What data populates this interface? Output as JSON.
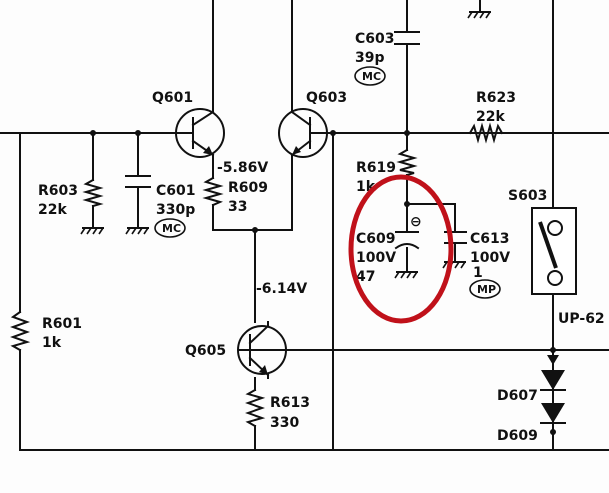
{
  "components": {
    "q601": {
      "ref": "Q601"
    },
    "q603": {
      "ref": "Q603"
    },
    "q605": {
      "ref": "Q605"
    },
    "c603": {
      "ref": "C603",
      "value": "39p",
      "badge": "MC"
    },
    "r623": {
      "ref": "R623",
      "value": "22k"
    },
    "r619": {
      "ref": "R619",
      "value": "1k"
    },
    "r603": {
      "ref": "R603",
      "value": "22k"
    },
    "c601": {
      "ref": "C601",
      "value": "330p",
      "badge": "MC"
    },
    "r609": {
      "ref": "R609",
      "value": "33"
    },
    "c609": {
      "ref": "C609",
      "voltage": "100V",
      "value": "47"
    },
    "c613": {
      "ref": "C613",
      "voltage": "100V",
      "value": "1",
      "badge": "MP"
    },
    "s603": {
      "ref": "S603"
    },
    "up62": {
      "ref": "UP-62"
    },
    "r601": {
      "ref": "R601",
      "value": "1k"
    },
    "r613": {
      "ref": "R613",
      "value": "330"
    },
    "d607": {
      "ref": "D607"
    },
    "d609": {
      "ref": "D609"
    }
  },
  "voltages": {
    "v1": "-5.86V",
    "v2": "-6.14V"
  },
  "polarity_mark": "⊖",
  "highlight_color": "#c0111a"
}
